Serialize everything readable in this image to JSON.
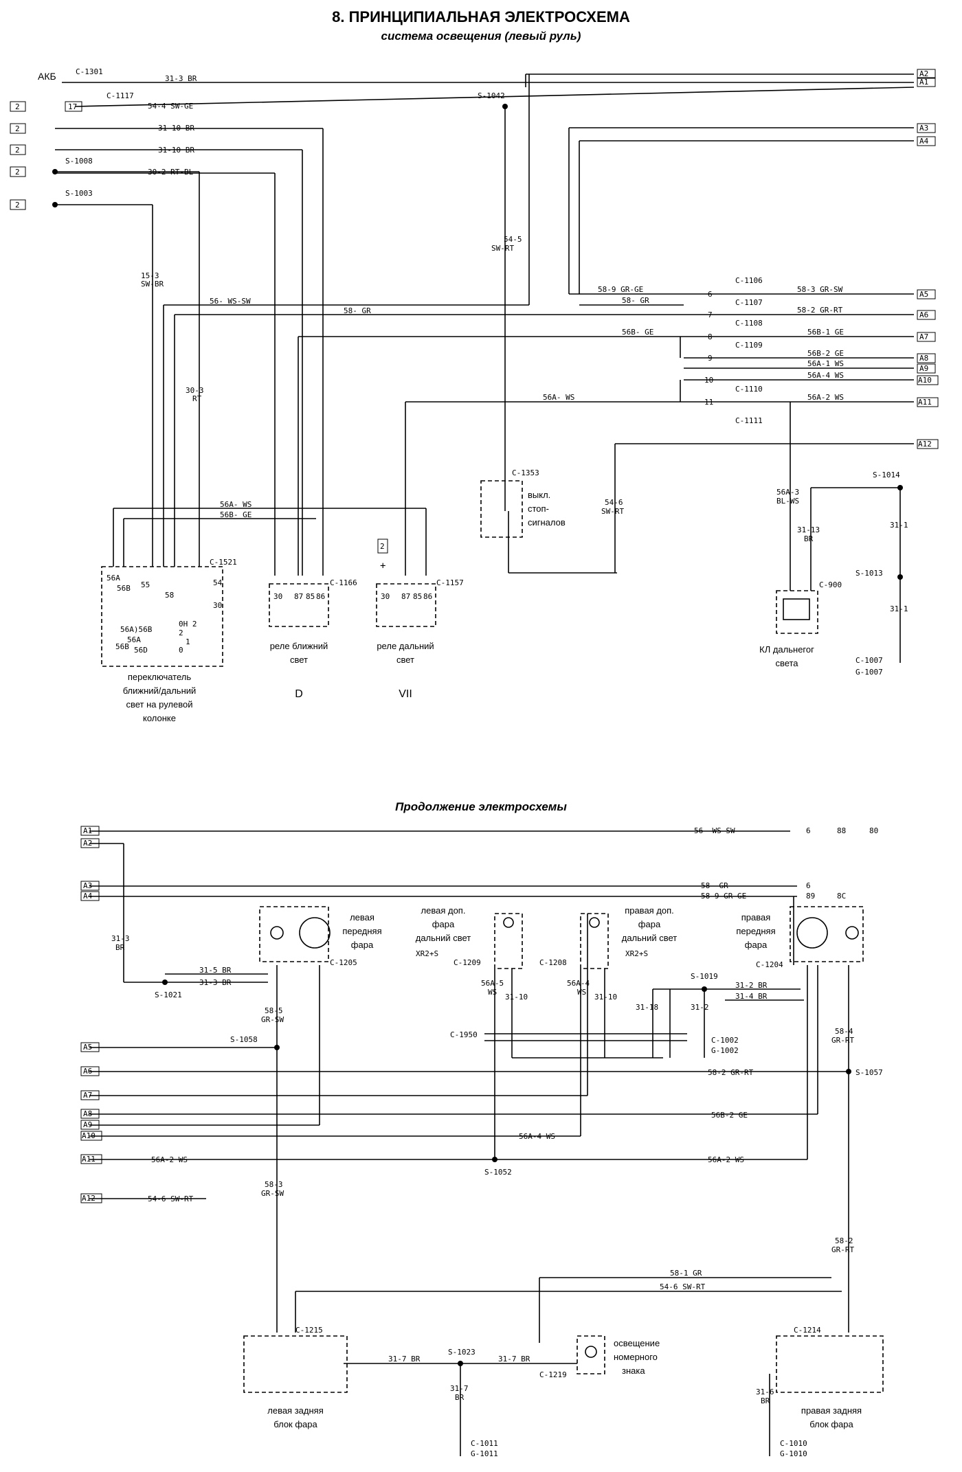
{
  "title": "8. ПРИНЦИПИАЛЬНАЯ ЭЛЕКТРОСХЕМА",
  "subtitle": "система освещения (левый руль)",
  "continuation_title": "Продолжение электросхемы",
  "top": {
    "akb": "АКБ",
    "c1301": "C-1301",
    "c1117": "C-1117",
    "s1042": "S-1042",
    "s1008": "S-1008",
    "s1003": "S-1003",
    "ref2": "2",
    "ref17": "17",
    "w_31_3_br": "31-3 BR",
    "w_54_4": "54-4 SW-GE",
    "w_31_10_br": "31-10 BR",
    "w_30_2": "30-2 RT-BL",
    "w_54_5": "54-5",
    "w_sw_rt": "SW-RT",
    "w_15_3": "15-3",
    "w_sw_br": "SW-BR",
    "w_56_ws_sw": "56- WS-SW",
    "w_58_gr": "58- GR",
    "w_30_3": "30-3",
    "w_rt": "RT",
    "w_58_9": "58-9 GR-GE",
    "w_58_gr2": "58- GR",
    "w_56b_ge": "56B- GE",
    "w_56a_ws": "56A- WS",
    "c1106": "C-1106",
    "c1107": "C-1107",
    "c1108": "C-1108",
    "c1109": "C-1109",
    "c1110": "C-1110",
    "c1111": "C-1111",
    "pins": [
      "6",
      "7",
      "8",
      "9",
      "10",
      "11"
    ],
    "w_58_3": "58-3 GR-SW",
    "w_58_2": "58-2 GR-RT",
    "w_56b_1": "56B-1 GE",
    "w_56b_2": "56B-2 GE",
    "w_56a_1": "56A-1 WS",
    "w_56a_4": "56A-4 WS",
    "w_56a_2": "56A-2 WS",
    "tags_right": [
      "A1",
      "A2",
      "A3",
      "A4",
      "A5",
      "A6",
      "A7",
      "A8",
      "A9",
      "A10",
      "A11",
      "A12"
    ],
    "c1353": "C-1353",
    "stop_switch": [
      "выкл.",
      "стоп-",
      "сигналов"
    ],
    "w_54_6": "54-6",
    "w_sw_rt2": "SW-RT",
    "s1014": "S-1014",
    "w_56a_3": "56A-3",
    "w_bl_ws": "BL-WS",
    "w_31_13": "31-13",
    "w_br": "BR",
    "w_31_1": "31-1",
    "s1013": "S-1013",
    "c900": "C-900",
    "c1007": "C-1007",
    "g1007": "G-1007",
    "hb_indicator": [
      "КЛ дальнегог",
      "света"
    ],
    "w_56a_ws_b": "56A- WS",
    "w_56b_ge_b": "56B- GE",
    "c1521": "C-1521",
    "c1166": "C-1166",
    "c1157": "C-1157",
    "sw_pins": [
      "56A",
      "56B",
      "55",
      "58",
      "54",
      "30",
      "56A)56B",
      "56A",
      "56D",
      "56B",
      "0H 2",
      "2",
      "1",
      "0"
    ],
    "relay_pins": [
      "30",
      "87",
      "85",
      "86"
    ],
    "low_relay": [
      "реле ближний",
      "свет"
    ],
    "high_relay": [
      "реле дальний",
      "свет"
    ],
    "plus": "+",
    "switch_label": [
      "переключатель",
      "ближний/дальний",
      "свет на рулевой",
      "колонке"
    ],
    "roman_d": "D",
    "roman_vii": "VII"
  },
  "bottom": {
    "tags_left": [
      "A1",
      "A2",
      "A3",
      "A4",
      "A5",
      "A6",
      "A7",
      "A8",
      "A9",
      "A10",
      "A11",
      "A12"
    ],
    "w_56_ws_sw": "56- WS-SW",
    "w_58_gr": "58- GR",
    "w_58_9": "58-9 GR-GE",
    "refs_right": [
      "6",
      "88",
      "80",
      "6",
      "89",
      "8C"
    ],
    "w_31_3": "31-3",
    "w_br": "BR",
    "w_31_5_br": "31-5 BR",
    "w_31_3_br": "31-3 BR",
    "s1021": "S-1021",
    "left_headlamp": [
      "левая",
      "передняя",
      "фара"
    ],
    "c1205": "C-1205",
    "w_58_5": "58-5",
    "w_gr_sw": "GR-SW",
    "s1058": "S-1058",
    "left_aux": [
      "левая доп.",
      "фара",
      "дальний свет"
    ],
    "xr2s": "XR2+S",
    "right_aux": [
      "правая доп.",
      "фара",
      "дальний свет"
    ],
    "xr2s2": "XR2+S",
    "c1209": "C-1209",
    "c1208": "C-1208",
    "c1950": "C-1950",
    "w_56a_5": "56A-5",
    "w_ws": "WS",
    "w_31_10": "31-10",
    "w_56a_4": "56A-4",
    "s1019": "S-1019",
    "w_31_18": "31-18",
    "w_31_2_br": "31-2 BR",
    "w_31_4_br": "31-4 BR",
    "w_31_2": "31-2",
    "c1002": "C-1002",
    "g1002": "G-1002",
    "right_headlamp": [
      "правая",
      "передняя",
      "фара"
    ],
    "c1204": "C-1204",
    "w_58_4": "58-4",
    "w_gr_rt": "GR-RT",
    "s1057": "S-1057",
    "w_58_2_gr_rt": "58-2 GR-RT",
    "w_56b_2_ge": "56B-2 GE",
    "w_56a_4_ws": "56A-4 WS",
    "w_56a_2_ws": "56A-2 WS",
    "w_56a_2_ws_r": "56A-2 WS",
    "s1052": "S-1052",
    "w_54_6_sw_rt": "54-6 SW-RT",
    "w_58_3": "58-3",
    "w_58_2": "58-2",
    "w_58_1_gr": "58-1 GR",
    "w_54_6b": "54-6 SW-RT",
    "c1215": "C-1215",
    "c1214": "C-1214",
    "plate_light": [
      "освещение",
      "номерного",
      "знака"
    ],
    "c1219": "C-1219",
    "s1023": "S-1023",
    "w_31_7_br": "31-7 BR",
    "w_31_7": "31-7",
    "w_31_6": "31-6",
    "c1011": "C-1011",
    "g1011": "G-1011",
    "c1010": "C-1010",
    "g1010": "G-1010",
    "left_rear": [
      "левая задняя",
      "блок фара"
    ],
    "right_rear": [
      "правая задняя",
      "блок фара"
    ]
  }
}
